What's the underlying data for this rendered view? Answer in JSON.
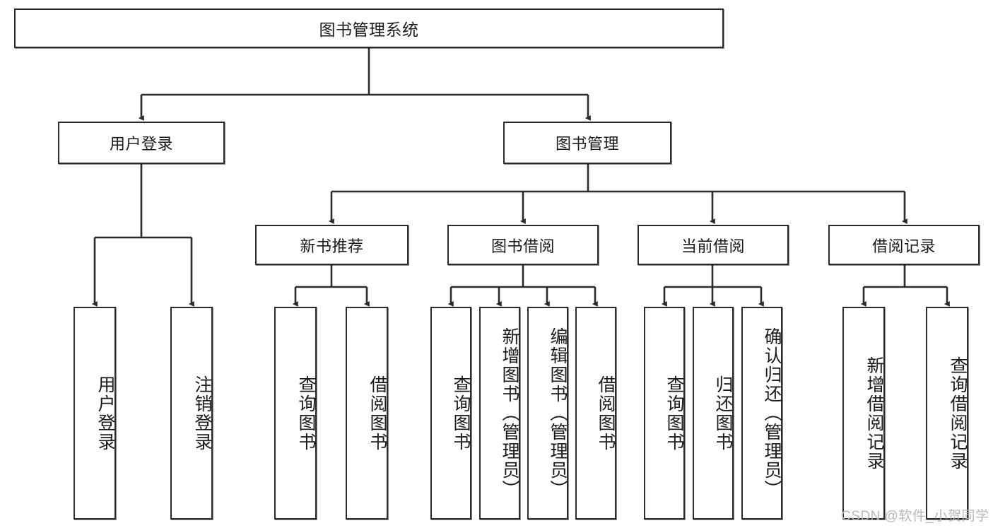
{
  "diagram": {
    "title": "图书管理系统",
    "watermark": "CSDN @软件_小贺同学",
    "stroke_color": "#2b2b2b",
    "fill_color": "#ffffff",
    "text_color": "#1a1a1a",
    "watermark_color": "#b8b8b8"
  },
  "nodes": {
    "root": {
      "label": "图书管理系统",
      "level": 0
    },
    "level1": [
      {
        "id": "user-login",
        "label": "用户登录"
      },
      {
        "id": "book-manage",
        "label": "图书管理"
      }
    ],
    "level2": [
      {
        "id": "new-book-recommend",
        "label": "新书推荐"
      },
      {
        "id": "book-borrow",
        "label": "图书借阅"
      },
      {
        "id": "current-borrow",
        "label": "当前借阅"
      },
      {
        "id": "borrow-record",
        "label": "借阅记录"
      }
    ],
    "leaves": {
      "user-login": [
        {
          "id": "leaf-user-login",
          "label": "用户登录"
        },
        {
          "id": "leaf-logout-login",
          "label": "注销登录"
        }
      ],
      "new-book-recommend": [
        {
          "id": "leaf-query-book-1",
          "label": "查询图书"
        },
        {
          "id": "leaf-borrow-book-1",
          "label": "借阅图书"
        }
      ],
      "book-borrow": [
        {
          "id": "leaf-query-book-2",
          "label": "查询图书"
        },
        {
          "id": "leaf-add-book",
          "label": "新增图书（管理员）"
        },
        {
          "id": "leaf-edit-book",
          "label": "编辑图书（管理员）"
        },
        {
          "id": "leaf-borrow-book-2",
          "label": "借阅图书"
        }
      ],
      "current-borrow": [
        {
          "id": "leaf-query-book-3",
          "label": "查询图书"
        },
        {
          "id": "leaf-return-book",
          "label": "归还图书"
        },
        {
          "id": "leaf-confirm-return",
          "label": "确认归还（管理员）"
        }
      ],
      "borrow-record": [
        {
          "id": "leaf-add-record",
          "label": "新增借阅记录"
        },
        {
          "id": "leaf-query-record",
          "label": "查询借阅记录"
        }
      ]
    }
  }
}
